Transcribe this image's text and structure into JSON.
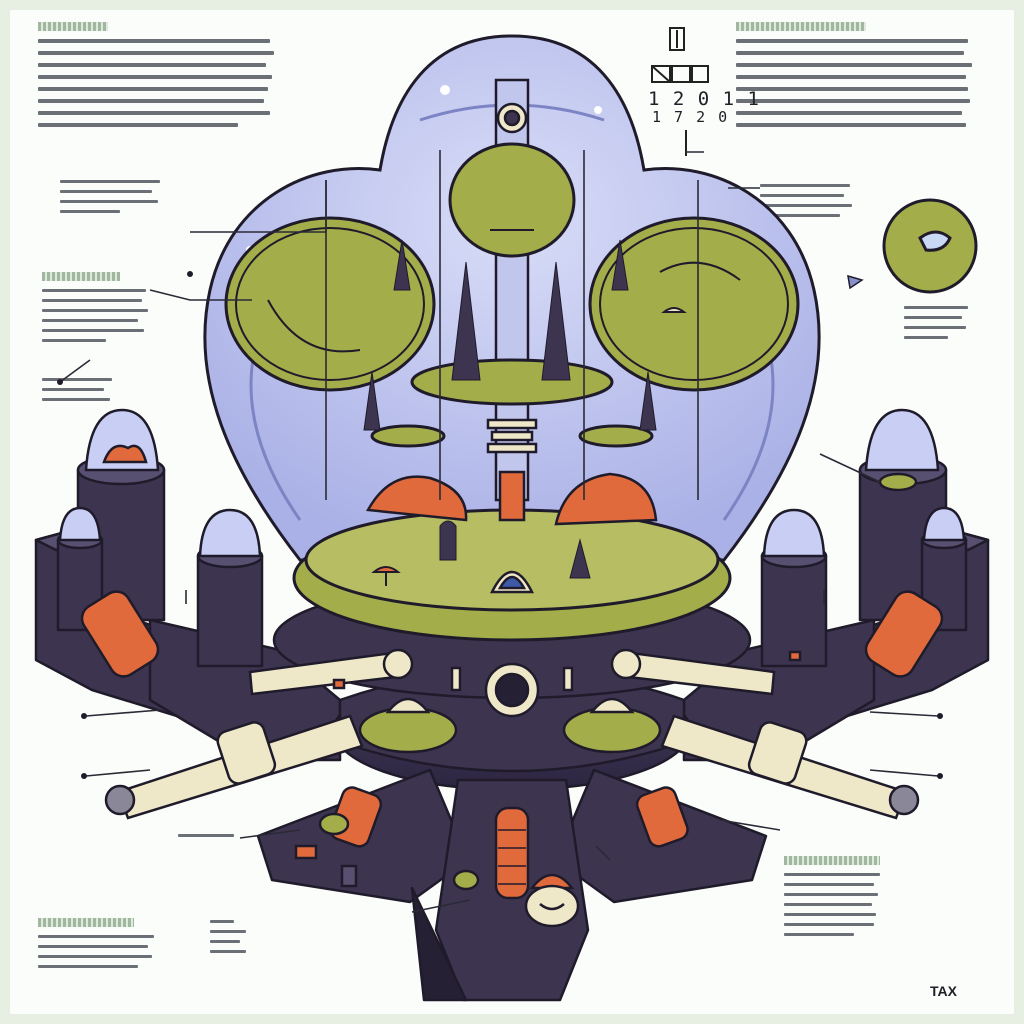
{
  "labels": {
    "code_row_1": "1 2 0 1 1",
    "code_row_2": "1 7 2 0",
    "signature": "TAX"
  },
  "colors": {
    "paper": "#fbfdfa",
    "border": "#e6efe2",
    "glass": "#c4ccf2",
    "glass_dark": "#8890cc",
    "moss": "#a3ad4a",
    "moss_light": "#c0c778",
    "hull": "#3d3550",
    "hull_dark": "#262035",
    "hull_top": "#585070",
    "orange": "#e06a3c",
    "bone": "#efe8c8",
    "ink": "#1f1b2b"
  },
  "icons": [
    "tree-icon",
    "mushroom-icon",
    "planet-icon",
    "arrow-icon",
    "porthole-icon",
    "capsule-icon"
  ]
}
